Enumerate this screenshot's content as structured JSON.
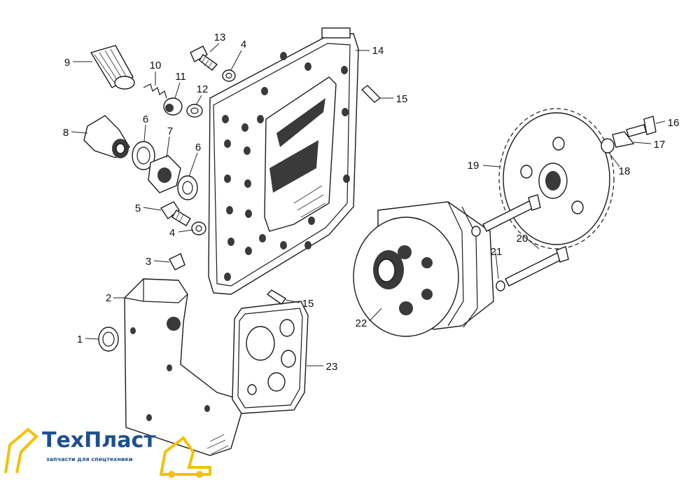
{
  "callouts": [
    {
      "id": "c1",
      "text": "1"
    },
    {
      "id": "c2",
      "text": "2"
    },
    {
      "id": "c3",
      "text": "3"
    },
    {
      "id": "c4a",
      "text": "4"
    },
    {
      "id": "c4b",
      "text": "4"
    },
    {
      "id": "c5",
      "text": "5"
    },
    {
      "id": "c6a",
      "text": "6"
    },
    {
      "id": "c6b",
      "text": "6"
    },
    {
      "id": "c7",
      "text": "7"
    },
    {
      "id": "c8",
      "text": "8"
    },
    {
      "id": "c9",
      "text": "9"
    },
    {
      "id": "c10",
      "text": "10"
    },
    {
      "id": "c11",
      "text": "11"
    },
    {
      "id": "c12",
      "text": "12"
    },
    {
      "id": "c13",
      "text": "13"
    },
    {
      "id": "c14",
      "text": "14"
    },
    {
      "id": "c15a",
      "text": "15"
    },
    {
      "id": "c15b",
      "text": "15"
    },
    {
      "id": "c16",
      "text": "16"
    },
    {
      "id": "c17",
      "text": "17"
    },
    {
      "id": "c18",
      "text": "18"
    },
    {
      "id": "c19",
      "text": "19"
    },
    {
      "id": "c20",
      "text": "20"
    },
    {
      "id": "c21",
      "text": "21"
    },
    {
      "id": "c22",
      "text": "22"
    },
    {
      "id": "c23",
      "text": "23"
    }
  ],
  "logo": {
    "brand": "ТехПласт",
    "tagline": "запчасти для спецтехники"
  },
  "colors": {
    "ink": "#1a1a1a",
    "brand": "#1f4f8f",
    "brand_accent": "#f2c200"
  }
}
